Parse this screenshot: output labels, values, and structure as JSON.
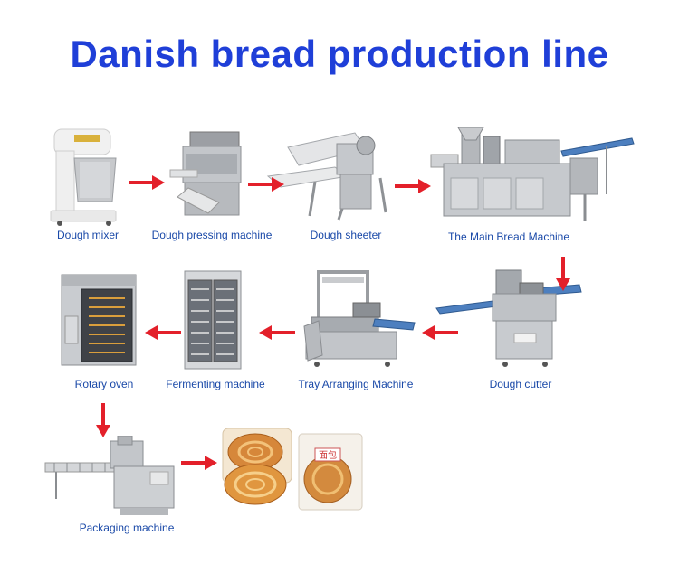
{
  "title": "Danish bread production line",
  "stations": {
    "dough_mixer": "Dough mixer",
    "dough_pressing": "Dough pressing machine",
    "dough_sheeter": "Dough sheeter",
    "main_bread": "The Main Bread Machine",
    "dough_cutter": "Dough cutter",
    "tray_arranging": "Tray Arranging Machine",
    "fermenting": "Fermenting machine",
    "rotary_oven": "Rotary oven",
    "packaging": "Packaging machine"
  },
  "product_package_text": "面包",
  "colors": {
    "title": "#1f3fd8",
    "label": "#1a49a8",
    "arrow": "#e3202a",
    "steel": "#b9bcc0"
  }
}
